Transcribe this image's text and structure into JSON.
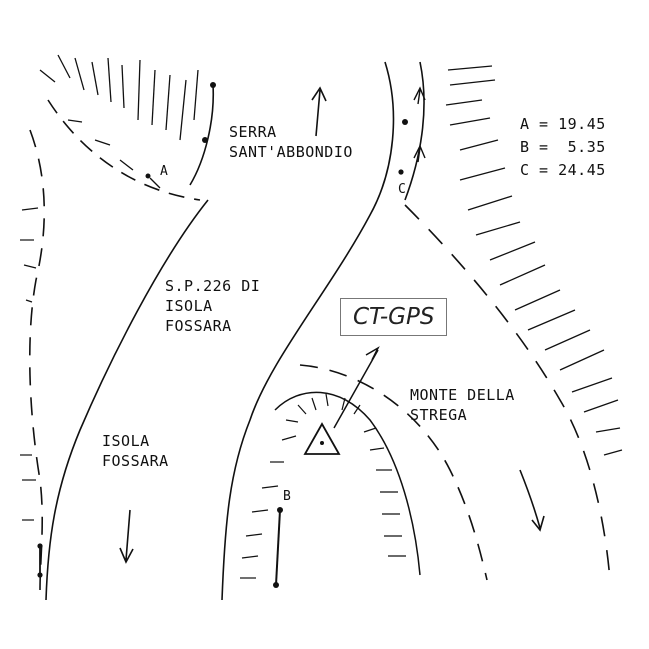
{
  "map": {
    "labels": {
      "serra": "SERRA\nSANT'ABBONDIO",
      "road": "S.P.226 DI\nISOLA\nFOSSARA",
      "isola": "ISOLA\nFOSSARA",
      "monte": "MONTE DELLA\nSTREGA",
      "ctgps": "CT-GPS"
    },
    "points": {
      "a": "A",
      "b": "B",
      "c": "C"
    },
    "measurements": [
      {
        "key": "A",
        "line": "A = 19.45"
      },
      {
        "key": "B",
        "line": "B =  5.35"
      },
      {
        "key": "C",
        "line": "C = 24.45"
      }
    ]
  }
}
